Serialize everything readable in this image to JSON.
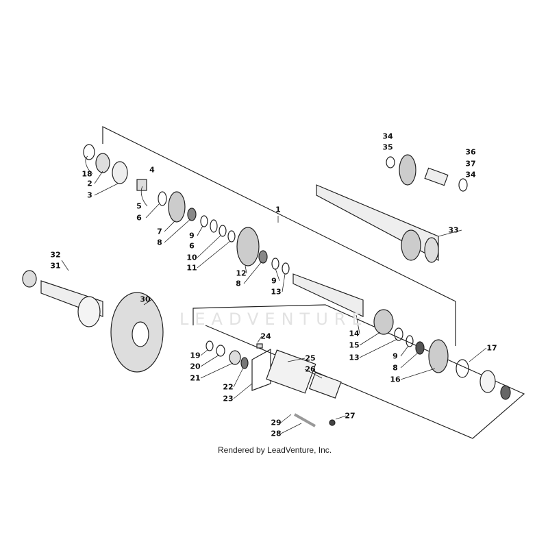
{
  "watermark": "LEADVENTURE",
  "credit": "Rendered by LeadVenture, Inc.",
  "callouts": [
    {
      "label": "18"
    },
    {
      "label": "2"
    },
    {
      "label": "3"
    },
    {
      "label": "4"
    },
    {
      "label": "5"
    },
    {
      "label": "6"
    },
    {
      "label": "7"
    },
    {
      "label": "8"
    },
    {
      "label": "9"
    },
    {
      "label": "6"
    },
    {
      "label": "10"
    },
    {
      "label": "11"
    },
    {
      "label": "12"
    },
    {
      "label": "8"
    },
    {
      "label": "9"
    },
    {
      "label": "13"
    },
    {
      "label": "1"
    },
    {
      "label": "34"
    },
    {
      "label": "35"
    },
    {
      "label": "36"
    },
    {
      "label": "37"
    },
    {
      "label": "34"
    },
    {
      "label": "33"
    },
    {
      "label": "32"
    },
    {
      "label": "31"
    },
    {
      "label": "30"
    },
    {
      "label": "14"
    },
    {
      "label": "15"
    },
    {
      "label": "13"
    },
    {
      "label": "9"
    },
    {
      "label": "8"
    },
    {
      "label": "16"
    },
    {
      "label": "17"
    },
    {
      "label": "24"
    },
    {
      "label": "19"
    },
    {
      "label": "20"
    },
    {
      "label": "21"
    },
    {
      "label": "25"
    },
    {
      "label": "26"
    },
    {
      "label": "22"
    },
    {
      "label": "23"
    },
    {
      "label": "27"
    },
    {
      "label": "29"
    },
    {
      "label": "28"
    }
  ]
}
